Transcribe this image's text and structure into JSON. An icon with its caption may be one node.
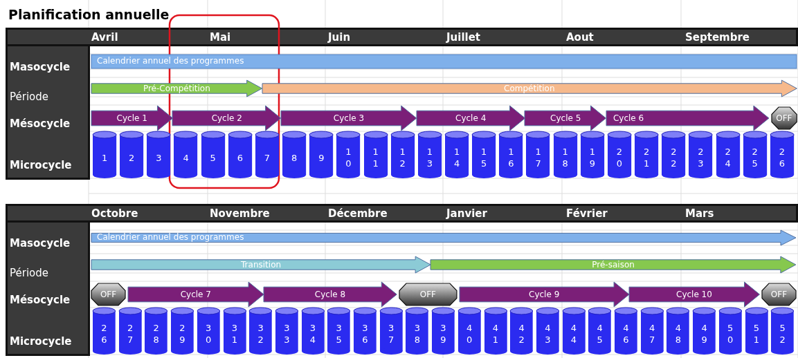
{
  "diagram": {
    "title": "Planification annuelle",
    "nodes": [
      {
        "text": [
          "Calendrier annuel des programmes"
        ]
      },
      {
        "text": [
          "Pré-Compétition"
        ]
      },
      {
        "text": [
          "Compétition"
        ]
      },
      {
        "text": [
          "Cycle 1"
        ]
      },
      {
        "text": [
          "Cycle 2"
        ]
      },
      {
        "text": [
          "Cycle 3"
        ]
      },
      {
        "text": [
          "Cycle 4"
        ]
      },
      {
        "text": [
          "Cycle 5"
        ]
      },
      {
        "text": [
          "Cycle 6"
        ]
      },
      {
        "text": [
          "OFF"
        ]
      },
      {
        "text": [
          "1"
        ]
      },
      {
        "text": [
          "2"
        ]
      },
      {
        "text": [
          "3"
        ]
      },
      {
        "text": [
          "4"
        ]
      },
      {
        "text": [
          "5"
        ]
      },
      {
        "text": [
          "6"
        ]
      },
      {
        "text": [
          "7"
        ]
      },
      {
        "text": [
          "8"
        ]
      },
      {
        "text": [
          "9"
        ]
      },
      {
        "text": [
          "10"
        ]
      },
      {
        "text": [
          "11"
        ]
      },
      {
        "text": [
          "12"
        ]
      },
      {
        "text": [
          "13"
        ]
      },
      {
        "text": [
          "14"
        ]
      },
      {
        "text": [
          "15"
        ]
      },
      {
        "text": [
          "16"
        ]
      },
      {
        "text": [
          "17"
        ]
      },
      {
        "text": [
          "18"
        ]
      },
      {
        "text": [
          "19"
        ]
      },
      {
        "text": [
          "20"
        ]
      },
      {
        "text": [
          "21"
        ]
      },
      {
        "text": [
          "22"
        ]
      },
      {
        "text": [
          "23"
        ]
      },
      {
        "text": [
          "24"
        ]
      },
      {
        "text": [
          "25"
        ]
      },
      {
        "text": [
          "26"
        ]
      },
      {
        "text": [
          "Calendrier annuel des programmes"
        ]
      },
      {
        "text": [
          "Transition"
        ]
      },
      {
        "text": [
          "Pré-saison"
        ]
      },
      {
        "text": [
          "OFF"
        ]
      },
      {
        "text": [
          "Cycle 7"
        ]
      },
      {
        "text": [
          "Cycle 8"
        ]
      },
      {
        "text": [
          "OFF"
        ]
      },
      {
        "text": [
          "Cycle 9"
        ]
      },
      {
        "text": [
          "Cycle 10"
        ]
      },
      {
        "text": [
          "OFF"
        ]
      },
      {
        "text": [
          "26"
        ]
      },
      {
        "text": [
          "27"
        ]
      },
      {
        "text": [
          "28"
        ]
      },
      {
        "text": [
          "29"
        ]
      },
      {
        "text": [
          "30"
        ]
      },
      {
        "text": [
          "31"
        ]
      },
      {
        "text": [
          "32"
        ]
      },
      {
        "text": [
          "33"
        ]
      },
      {
        "text": [
          "34"
        ]
      },
      {
        "text": [
          "35"
        ]
      },
      {
        "text": [
          "36"
        ]
      },
      {
        "text": [
          "37"
        ]
      },
      {
        "text": [
          "38"
        ]
      },
      {
        "text": [
          "39"
        ]
      },
      {
        "text": [
          "40"
        ]
      },
      {
        "text": [
          "41"
        ]
      },
      {
        "text": [
          "42"
        ]
      },
      {
        "text": [
          "43"
        ]
      },
      {
        "text": [
          "44"
        ]
      },
      {
        "text": [
          "45"
        ]
      },
      {
        "text": [
          "46"
        ]
      },
      {
        "text": [
          "47"
        ]
      },
      {
        "text": [
          "48"
        ]
      },
      {
        "text": [
          "49"
        ]
      },
      {
        "text": [
          "50"
        ]
      },
      {
        "text": [
          "51"
        ]
      },
      {
        "text": [
          "52"
        ]
      }
    ],
    "labels": [
      "Avril",
      "Mai",
      "Juin",
      "Juillet",
      "Aout",
      "Septembre",
      "Masocycle",
      "Période",
      "Mésocycle",
      "Microcycle",
      "Octobre",
      "Novembre",
      "Décembre",
      "Janvier",
      "Février",
      "Mars",
      "Masocycle",
      "Période",
      "Mésocycle",
      "Microcycle"
    ]
  }
}
